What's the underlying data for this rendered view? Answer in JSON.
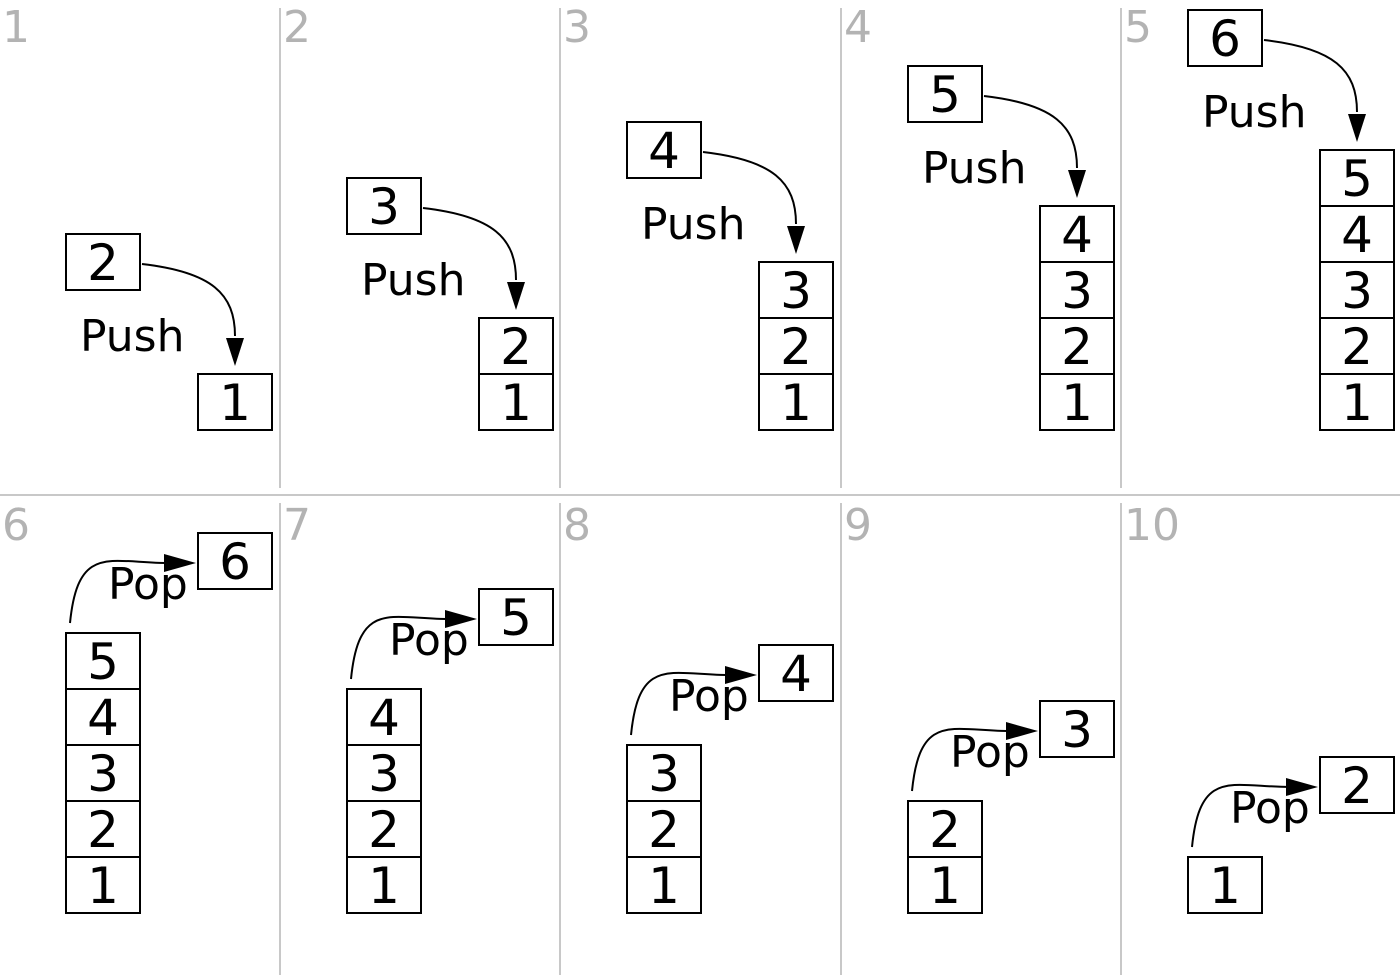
{
  "colors": {
    "divider": "#c8c8c8",
    "panel_number": "#b3b3b3",
    "ink": "#000000"
  },
  "panels": [
    {
      "number": "1",
      "op": "push",
      "label": "Push",
      "moving": "2",
      "stack": [
        "1"
      ]
    },
    {
      "number": "2",
      "op": "push",
      "label": "Push",
      "moving": "3",
      "stack": [
        "1",
        "2"
      ]
    },
    {
      "number": "3",
      "op": "push",
      "label": "Push",
      "moving": "4",
      "stack": [
        "1",
        "2",
        "3"
      ]
    },
    {
      "number": "4",
      "op": "push",
      "label": "Push",
      "moving": "5",
      "stack": [
        "1",
        "2",
        "3",
        "4"
      ]
    },
    {
      "number": "5",
      "op": "push",
      "label": "Push",
      "moving": "6",
      "stack": [
        "1",
        "2",
        "3",
        "4",
        "5"
      ]
    },
    {
      "number": "6",
      "op": "pop",
      "label": "Pop",
      "moving": "6",
      "stack": [
        "1",
        "2",
        "3",
        "4",
        "5"
      ]
    },
    {
      "number": "7",
      "op": "pop",
      "label": "Pop",
      "moving": "5",
      "stack": [
        "1",
        "2",
        "3",
        "4"
      ]
    },
    {
      "number": "8",
      "op": "pop",
      "label": "Pop",
      "moving": "4",
      "stack": [
        "1",
        "2",
        "3"
      ]
    },
    {
      "number": "9",
      "op": "pop",
      "label": "Pop",
      "moving": "3",
      "stack": [
        "1",
        "2"
      ]
    },
    {
      "number": "10",
      "op": "pop",
      "label": "Pop",
      "moving": "2",
      "stack": [
        "1"
      ]
    }
  ]
}
